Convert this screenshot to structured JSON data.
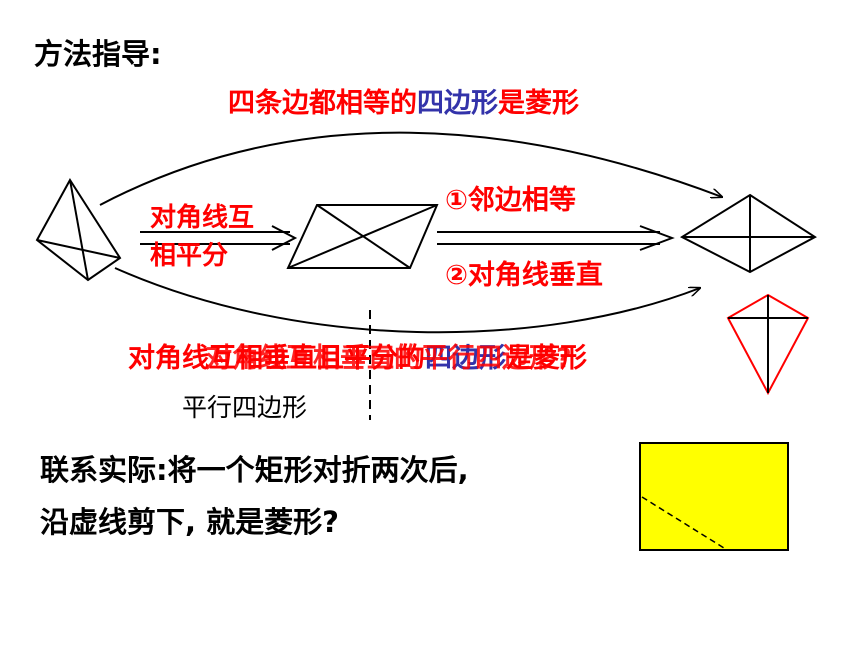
{
  "heading": "方法指导:",
  "top_def": {
    "part1": "四条边都相等的",
    "part2": "四边形",
    "part3": "是菱形"
  },
  "left_label": {
    "line1": "对角线互",
    "line2": "相平分"
  },
  "cond1": "①邻边相等",
  "cond2": "②对角线垂直",
  "overlap_a": {
    "part1": "对角线",
    "part2": "互相垂直且平分的",
    "part3": "四边形",
    "part4": "是菱形"
  },
  "overlap_b": "对角线互相垂直的平行四边形?",
  "parallelogram_label": "平行四边形",
  "practice": {
    "line1": "联系实际:将一个矩形对折两次后,",
    "line2": "沿虚线剪下, 就是菱形?"
  },
  "colors": {
    "red": "#ff0000",
    "blue": "#3333aa",
    "yellow": "#ffff00"
  }
}
